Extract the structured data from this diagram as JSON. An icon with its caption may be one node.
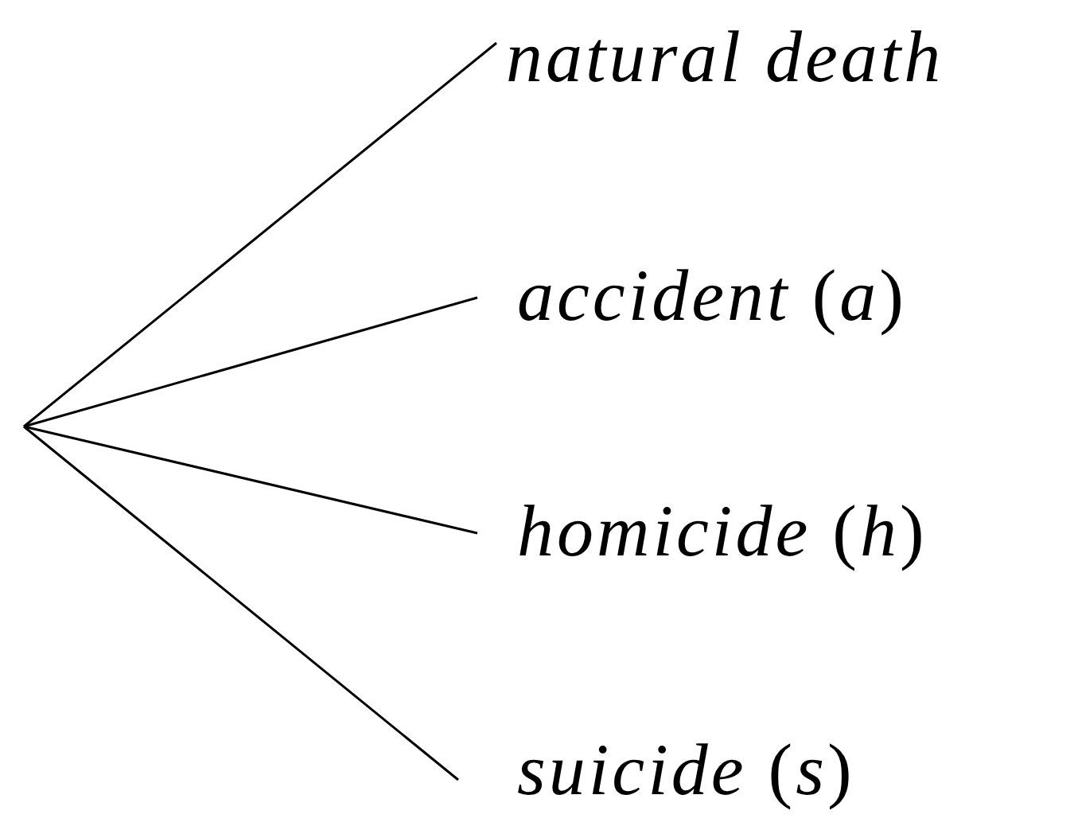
{
  "diagram": {
    "nodes": [
      {
        "text": [
          "natural death"
        ]
      },
      {
        "text": [
          "*accident* (*a*)"
        ]
      },
      {
        "text": [
          "*homicide* (*h*)"
        ]
      },
      {
        "text": [
          "*suicide* (*s*)"
        ]
      }
    ],
    "edges": [
      {
        "from": null,
        "to": 0,
        "arrow": "none"
      },
      {
        "from": null,
        "to": 1,
        "arrow": "none"
      },
      {
        "from": null,
        "to": 2,
        "arrow": "none"
      },
      {
        "from": null,
        "to": 3,
        "arrow": "none"
      }
    ]
  }
}
